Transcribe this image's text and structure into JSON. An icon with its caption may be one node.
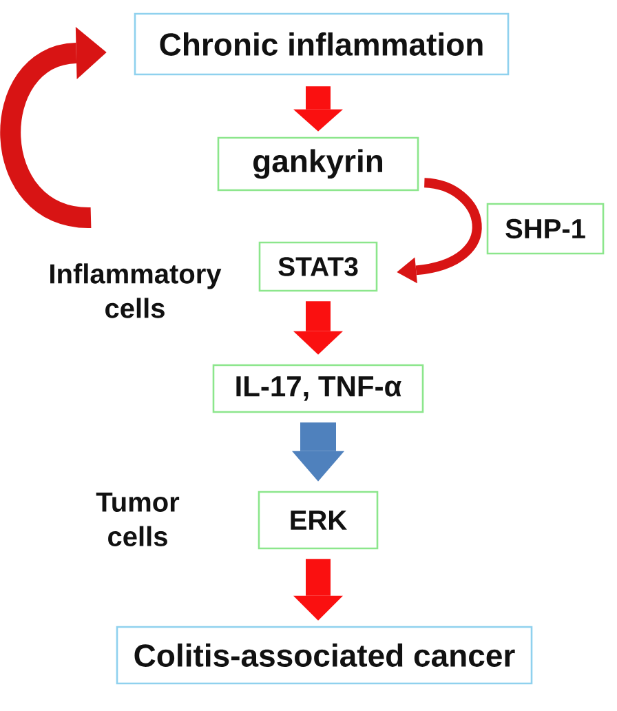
{
  "diagram": {
    "nodes": [
      {
        "text": [
          "Chronic inflammation"
        ]
      },
      {
        "text": [
          "gankyrin"
        ]
      },
      {
        "text": [
          "SHP-1"
        ]
      },
      {
        "text": [
          "STAT3"
        ]
      },
      {
        "text": [
          "IL-17, TNF-α"
        ]
      },
      {
        "text": [
          "ERK"
        ]
      },
      {
        "text": [
          "Colitis-associated cancer"
        ]
      }
    ],
    "edges": [
      {
        "from": 0,
        "to": 1,
        "arrow": "to"
      },
      {
        "from": 1,
        "to": 3,
        "arrow": "to"
      },
      {
        "from": 3,
        "to": 4,
        "arrow": "to"
      },
      {
        "from": 4,
        "to": 5,
        "arrow": "to",
        "color": "#4f81bd"
      },
      {
        "from": 5,
        "to": 6,
        "arrow": "to"
      },
      {
        "from": null,
        "to": 0,
        "arrow": "to"
      }
    ],
    "labels": [
      "Inflammatory cells",
      "Tumor cells"
    ]
  }
}
